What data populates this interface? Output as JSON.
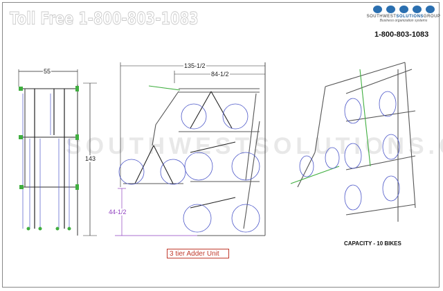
{
  "header": {
    "toll_free": "Toll Free 1-800-803-1083",
    "logo": {
      "brand": "SOUTHWESTSOLUTIONSGROUP",
      "brand_light": "SOUTHWEST",
      "brand_bold": "SOLUTIONS",
      "brand_end": "GROUP",
      "tagline": "Business organization systems",
      "icons": [
        "office-icon",
        "folder-icon",
        "shield-icon",
        "box-icon",
        "computer-icon"
      ]
    },
    "phone": "1-800-803-1083"
  },
  "drawing": {
    "side_view": {
      "width_dim": "55",
      "height_dim": "143"
    },
    "front_view": {
      "overall_dim": "135-1/2",
      "depth_dim": "84-1/2",
      "height_dim": "44-1/2",
      "caption": "3 tier Adder Unit"
    },
    "iso_view": {
      "capacity": "CAPACITY - 10 BIKES"
    },
    "watermark": "SOUTHWESTSOLUTIONS.COM"
  },
  "colors": {
    "frame": "#555555",
    "bike": "#4a55c8",
    "accent": "#3fae3f",
    "dim_highlight": "#8e3fbf",
    "caption": "#c0392b"
  }
}
